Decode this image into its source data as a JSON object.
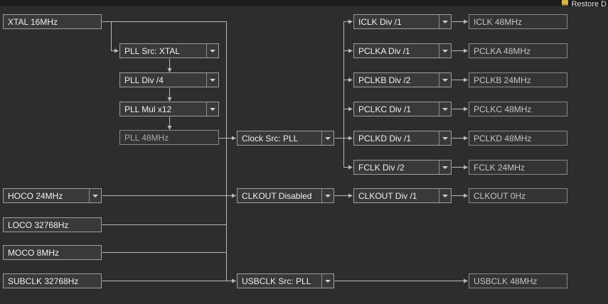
{
  "toolbar": {
    "restore_label": "Restore D"
  },
  "sources": {
    "xtal": "XTAL 16MHz",
    "hoco": "HOCO 24MHz",
    "loco": "LOCO 32768Hz",
    "moco": "MOCO 8MHz",
    "subclk": "SUBCLK 32768Hz"
  },
  "pll": {
    "src": "PLL Src: XTAL",
    "div": "PLL Div /4",
    "mul": "PLL Mul x12",
    "out": "PLL 48MHz"
  },
  "muxes": {
    "clock_src": "Clock Src: PLL",
    "clkout": "CLKOUT Disabled",
    "usbclk": "USBCLK Src: PLL"
  },
  "dividers": {
    "iclk": "ICLK Div /1",
    "pclka": "PCLKA Div /1",
    "pclkb": "PCLKB Div /2",
    "pclkc": "PCLKC Div /1",
    "pclkd": "PCLKD Div /1",
    "fclk": "FCLK Div /2",
    "clkout": "CLKOUT Div /1"
  },
  "outputs": {
    "iclk": "ICLK 48MHz",
    "pclka": "PCLKA 48MHz",
    "pclkb": "PCLKB 24MHz",
    "pclkc": "PCLKC 48MHz",
    "pclkd": "PCLKD 48MHz",
    "fclk": "FCLK 24MHz",
    "clkout": "CLKOUT 0Hz",
    "usbclk": "USBCLK 48MHz"
  },
  "colors": {
    "background": "#2d2d2d",
    "box_border": "#9e9e9e",
    "wire": "#b9b9b9",
    "restore_icon": "#d8b24a"
  }
}
